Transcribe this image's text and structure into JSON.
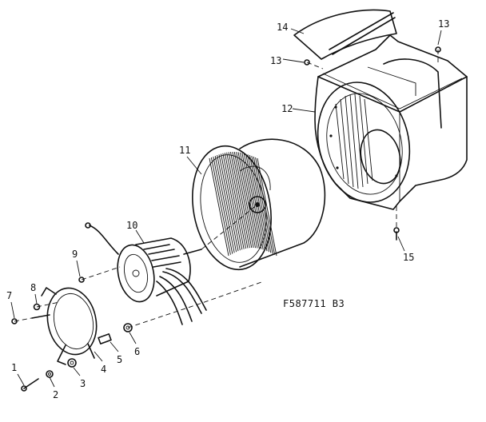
{
  "diagram_code": "F587711 B3",
  "callouts": {
    "p1": "1",
    "p2": "2",
    "p3": "3",
    "p4": "4",
    "p5": "5",
    "p6": "6",
    "p7": "7",
    "p8": "8",
    "p9": "9",
    "p10": "10",
    "p11": "11",
    "p12": "12",
    "p13a": "13",
    "p13b": "13",
    "p14": "14",
    "p15": "15"
  }
}
